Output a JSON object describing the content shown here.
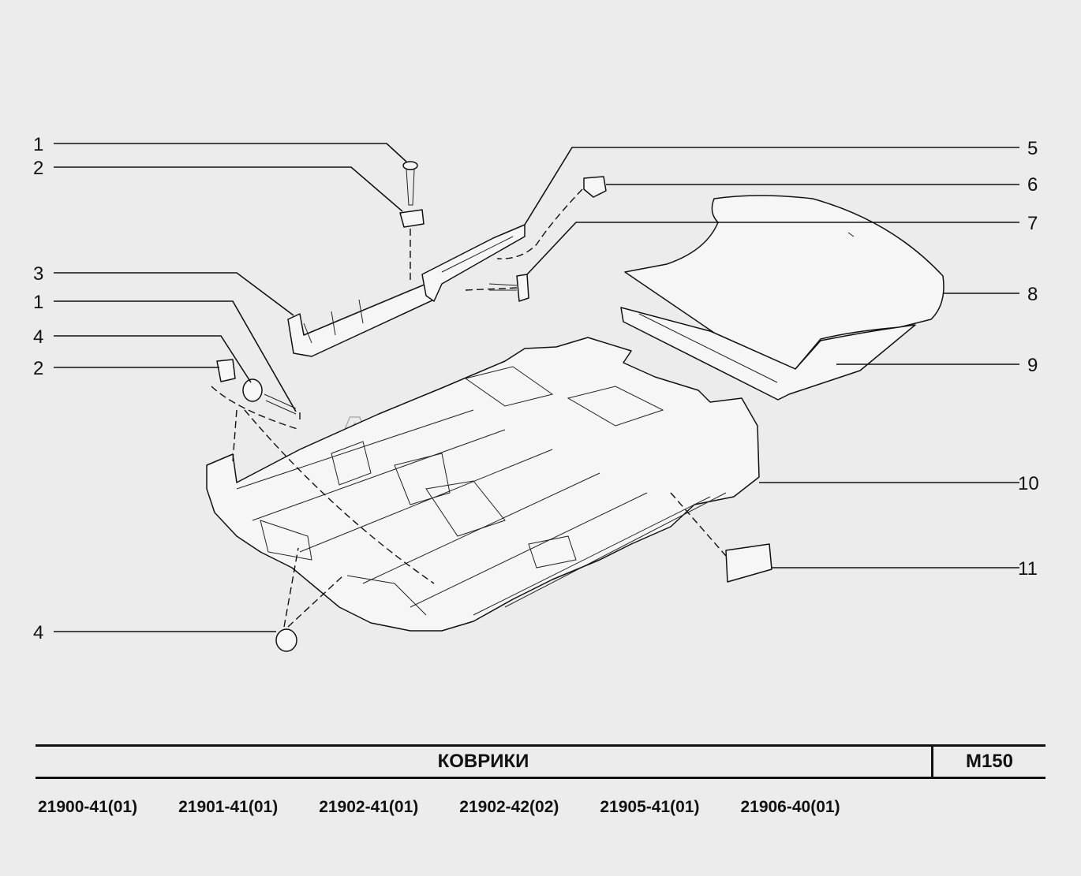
{
  "diagram": {
    "watermark": "AutoSoft",
    "callouts": {
      "c1a": "1",
      "c2a": "2",
      "c3": "3",
      "c1b": "1",
      "c4a": "4",
      "c2b": "2",
      "c4b": "4",
      "c5": "5",
      "c6": "6",
      "c7": "7",
      "c8": "8",
      "c9": "9",
      "c10": "10",
      "c11": "11"
    }
  },
  "title_block": {
    "title": "КОВРИКИ",
    "code": "M150"
  },
  "models": [
    "21900-41(01)",
    "21901-41(01)",
    "21902-41(01)",
    "21902-42(02)",
    "21905-41(01)",
    "21906-40(01)"
  ],
  "colors": {
    "background": "#ececec",
    "ink": "#111111"
  }
}
